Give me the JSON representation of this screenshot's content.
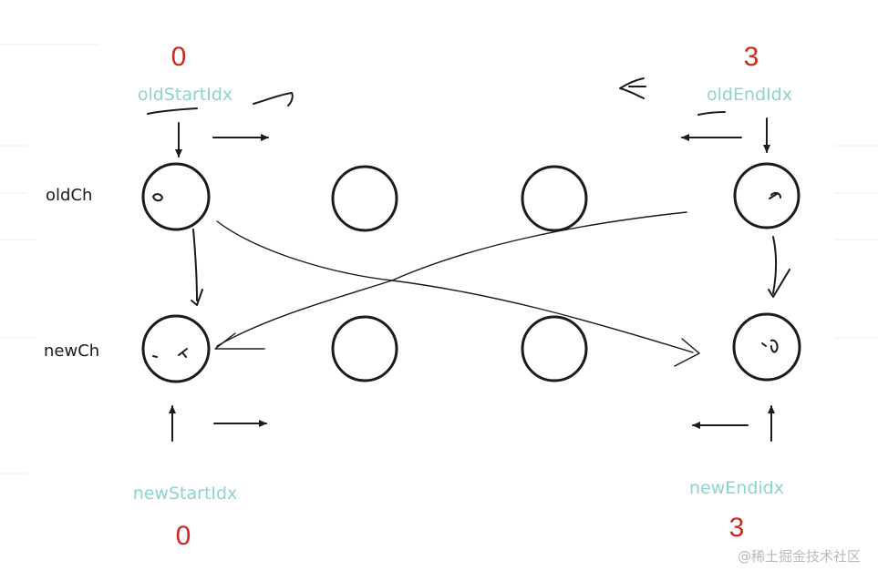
{
  "labels": {
    "old_start_idx": "oldStartIdx",
    "old_end_idx": "oldEndIdx",
    "new_start_idx": "newStartIdx",
    "new_end_idx": "newEndidx",
    "old_row": "oldCh",
    "new_row": "newCh"
  },
  "indices": {
    "old_start": "0",
    "old_end": "3",
    "new_start": "0",
    "new_end": "3"
  },
  "watermark": "@稀土掘金技术社区",
  "colors": {
    "index_number": "#cc2a1f",
    "pointer_label": "#8fd3cf",
    "ink": "#1b1b1b"
  }
}
